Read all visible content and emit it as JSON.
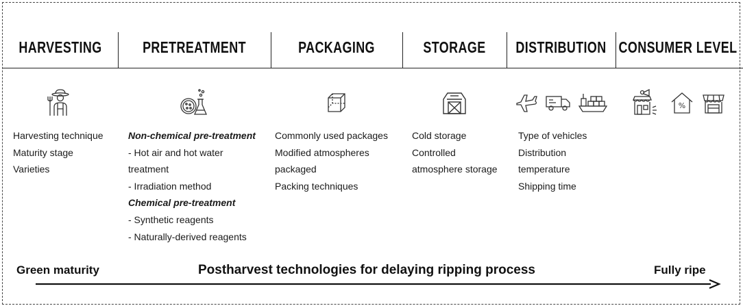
{
  "stages": [
    {
      "title": "HARVESTING",
      "icons": [
        "farmer-icon"
      ],
      "items": [
        {
          "text": "Harvesting technique",
          "emphasis": false
        },
        {
          "text": "Maturity stage",
          "emphasis": false
        },
        {
          "text": "Varieties",
          "emphasis": false
        }
      ]
    },
    {
      "title": "PRETREATMENT",
      "icons": [
        "petri-dish-and-flask-icon"
      ],
      "items": [
        {
          "text": "Non-chemical pre-treatment",
          "emphasis": true
        },
        {
          "text": "- Hot air and hot water",
          "emphasis": false
        },
        {
          "text": "treatment",
          "emphasis": false
        },
        {
          "text": "- Irradiation method",
          "emphasis": false
        },
        {
          "text": "Chemical pre-treatment",
          "emphasis": true
        },
        {
          "text": "- Synthetic reagents",
          "emphasis": false
        },
        {
          "text": "- Naturally-derived reagents",
          "emphasis": false
        }
      ]
    },
    {
      "title": "PACKAGING",
      "icons": [
        "box-icon"
      ],
      "items": [
        {
          "text": "Commonly used packages",
          "emphasis": false
        },
        {
          "text": "Modified atmospheres",
          "emphasis": false
        },
        {
          "text": "packaged",
          "emphasis": false
        },
        {
          "text": "Packing techniques",
          "emphasis": false
        }
      ]
    },
    {
      "title": "STORAGE",
      "icons": [
        "barn-icon"
      ],
      "items": [
        {
          "text": "Cold storage",
          "emphasis": false
        },
        {
          "text": "Controlled",
          "emphasis": false
        },
        {
          "text": "atmosphere storage",
          "emphasis": false
        }
      ]
    },
    {
      "title": "DISTRIBUTION",
      "icons": [
        "airplane-icon",
        "truck-icon",
        "cargo-ship-icon"
      ],
      "items": [
        {
          "text": "Type of vehicles",
          "emphasis": false
        },
        {
          "text": "Distribution",
          "emphasis": false
        },
        {
          "text": "temperature",
          "emphasis": false
        },
        {
          "text": "Shipping time",
          "emphasis": false
        }
      ]
    },
    {
      "title": "CONSUMER LEVEL",
      "icons": [
        "shop-with-megaphone-icon",
        "house-discount-icon",
        "market-stall-icon"
      ],
      "items": []
    }
  ],
  "footer": {
    "left_label": "Green maturity",
    "center_label": "Postharvest technologies for delaying ripping process",
    "right_label": "Fully ripe"
  },
  "colors": {
    "ink": "#111111",
    "line": "#222222",
    "icon_stroke": "#333333"
  }
}
